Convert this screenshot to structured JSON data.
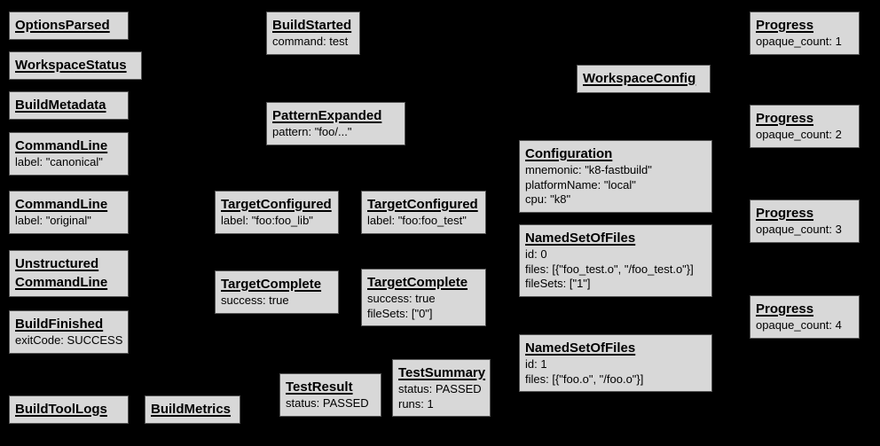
{
  "diagram": {
    "background": "#000000",
    "box_fill": "#d8d8d8",
    "box_border": "#555555",
    "text_color": "#000000"
  },
  "boxes": [
    {
      "title": "OptionsParsed",
      "lines": []
    },
    {
      "title": "WorkspaceStatus",
      "lines": []
    },
    {
      "title": "BuildMetadata",
      "lines": []
    },
    {
      "title": "CommandLine",
      "lines": [
        "label: \"canonical\""
      ]
    },
    {
      "title": "CommandLine",
      "lines": [
        "label: \"original\""
      ]
    },
    {
      "title": "Unstructured CommandLine",
      "lines": []
    },
    {
      "title": "BuildFinished",
      "lines": [
        "exitCode: SUCCESS"
      ]
    },
    {
      "title": "BuildToolLogs",
      "lines": []
    },
    {
      "title": "BuildMetrics",
      "lines": []
    },
    {
      "title": "BuildStarted",
      "lines": [
        "command: test"
      ]
    },
    {
      "title": "PatternExpanded",
      "lines": [
        "pattern: \"foo/...\""
      ]
    },
    {
      "title": "TargetConfigured",
      "lines": [
        "label: \"foo:foo_lib\""
      ]
    },
    {
      "title": "TargetConfigured",
      "lines": [
        "label: \"foo:foo_test\""
      ]
    },
    {
      "title": "TargetComplete",
      "lines": [
        "success: true"
      ]
    },
    {
      "title": "TargetComplete",
      "lines": [
        "success: true",
        "fileSets: [\"0\"]"
      ]
    },
    {
      "title": "TestResult",
      "lines": [
        "status: PASSED"
      ]
    },
    {
      "title": "TestSummary",
      "lines": [
        "status: PASSED",
        "runs: 1"
      ]
    },
    {
      "title": "WorkspaceConfig",
      "lines": []
    },
    {
      "title": "Configuration",
      "lines": [
        "mnemonic: \"k8-fastbuild\"",
        "platformName: \"local\"",
        "cpu: \"k8\""
      ]
    },
    {
      "title": "NamedSetOfFiles",
      "lines": [
        "id: 0",
        "files: [{\"foo_test.o\", \"/foo_test.o\"}]",
        "fileSets: [\"1\"]"
      ]
    },
    {
      "title": "NamedSetOfFiles",
      "lines": [
        "id: 1",
        "files: [{\"foo.o\", \"/foo.o\"}]"
      ]
    },
    {
      "title": "Progress",
      "lines": [
        "opaque_count: 1"
      ]
    },
    {
      "title": "Progress",
      "lines": [
        "opaque_count: 2"
      ]
    },
    {
      "title": "Progress",
      "lines": [
        "opaque_count: 3"
      ]
    },
    {
      "title": "Progress",
      "lines": [
        "opaque_count: 4"
      ]
    }
  ]
}
